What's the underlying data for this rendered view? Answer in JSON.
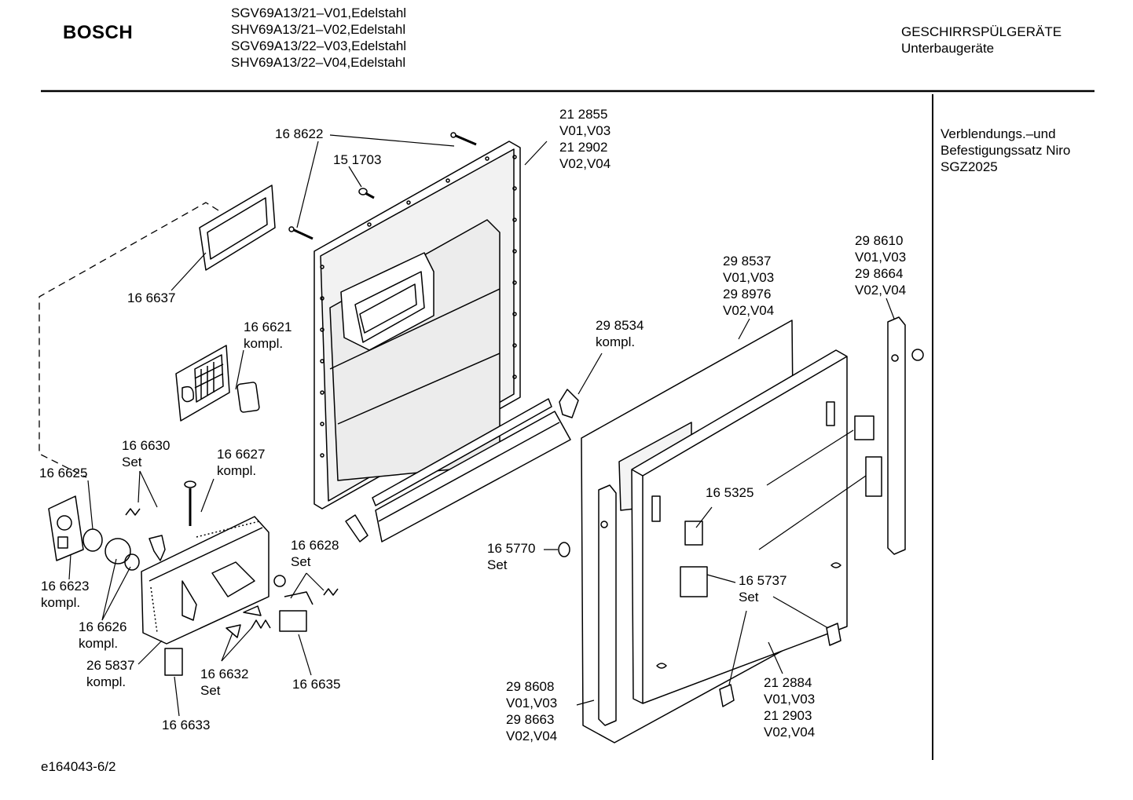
{
  "header": {
    "brand": "BOSCH",
    "models": [
      "SGV69A13/21–V01,Edelstahl",
      "SHV69A13/21–V02,Edelstahl",
      "SGV69A13/22–V03,Edelstahl",
      "SHV69A13/22–V04,Edelstahl"
    ],
    "category": "GESCHIRRSPÜLGERÄTE",
    "subcategory": "Unterbaugeräte"
  },
  "side_note": {
    "lines": [
      "Verblendungs.–und",
      "Befestigungssatz Niro",
      "SGZ2025"
    ]
  },
  "parts": [
    {
      "id": "p168622",
      "lines": [
        "16 8622"
      ]
    },
    {
      "id": "p151703",
      "lines": [
        "15 1703"
      ]
    },
    {
      "id": "p212855",
      "lines": [
        "21 2855",
        "V01,V03",
        "21 2902",
        "V02,V04"
      ]
    },
    {
      "id": "p166637",
      "lines": [
        "16 6637"
      ]
    },
    {
      "id": "p166621",
      "lines": [
        "16 6621",
        "kompl."
      ]
    },
    {
      "id": "p298537",
      "lines": [
        "29 8537",
        "V01,V03",
        "29 8976",
        "V02,V04"
      ]
    },
    {
      "id": "p298610",
      "lines": [
        "29 8610",
        "V01,V03",
        "29 8664",
        "V02,V04"
      ]
    },
    {
      "id": "p298534",
      "lines": [
        "29 8534",
        "kompl."
      ]
    },
    {
      "id": "p166630",
      "lines": [
        "16 6630",
        "Set"
      ]
    },
    {
      "id": "p166627",
      "lines": [
        "16 6627",
        "kompl."
      ]
    },
    {
      "id": "p166625",
      "lines": [
        "16 6625"
      ]
    },
    {
      "id": "p165325",
      "lines": [
        "16 5325"
      ]
    },
    {
      "id": "p166628",
      "lines": [
        "16 6628",
        "Set"
      ]
    },
    {
      "id": "p165770",
      "lines": [
        "16 5770",
        "Set"
      ]
    },
    {
      "id": "p166623",
      "lines": [
        "16 6623",
        "kompl."
      ]
    },
    {
      "id": "p166626",
      "lines": [
        "16 6626",
        "kompl."
      ]
    },
    {
      "id": "p265837",
      "lines": [
        "26 5837",
        "kompl."
      ]
    },
    {
      "id": "p165737",
      "lines": [
        "16 5737",
        "Set"
      ]
    },
    {
      "id": "p166632",
      "lines": [
        "16 6632",
        "Set"
      ]
    },
    {
      "id": "p166635",
      "lines": [
        "16 6635"
      ]
    },
    {
      "id": "p166633",
      "lines": [
        "16 6633"
      ]
    },
    {
      "id": "p298608",
      "lines": [
        "29 8608",
        "V01,V03",
        "29 8663",
        "V02,V04"
      ]
    },
    {
      "id": "p212884",
      "lines": [
        "21 2884",
        "V01,V03",
        "21 2903",
        "V02,V04"
      ]
    }
  ],
  "footer": {
    "drawing_id": "e164043-6/2"
  }
}
